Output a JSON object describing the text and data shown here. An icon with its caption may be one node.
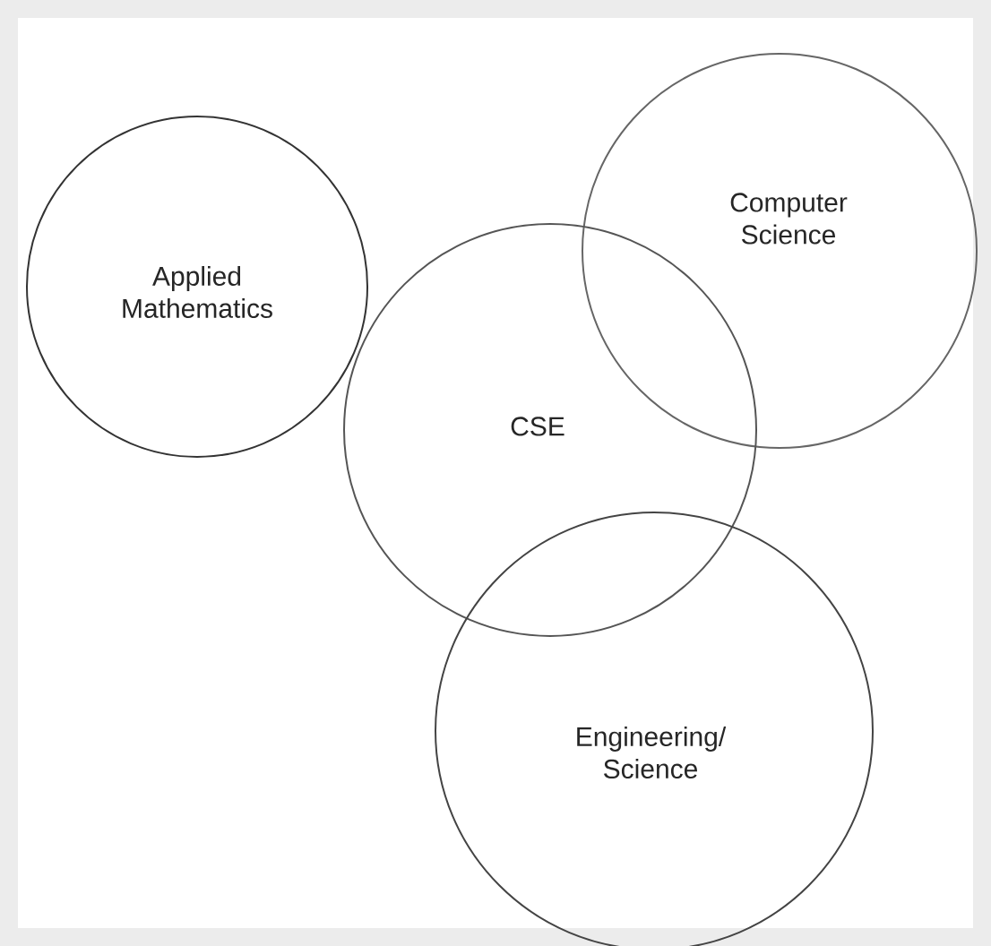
{
  "diagram": {
    "nodes": [
      {
        "text": [
          "Applied Mathematics"
        ]
      },
      {
        "text": [
          "Computer Science"
        ]
      },
      {
        "text": [
          "CSE"
        ]
      },
      {
        "text": [
          "Engineering/ Science"
        ]
      }
    ]
  }
}
